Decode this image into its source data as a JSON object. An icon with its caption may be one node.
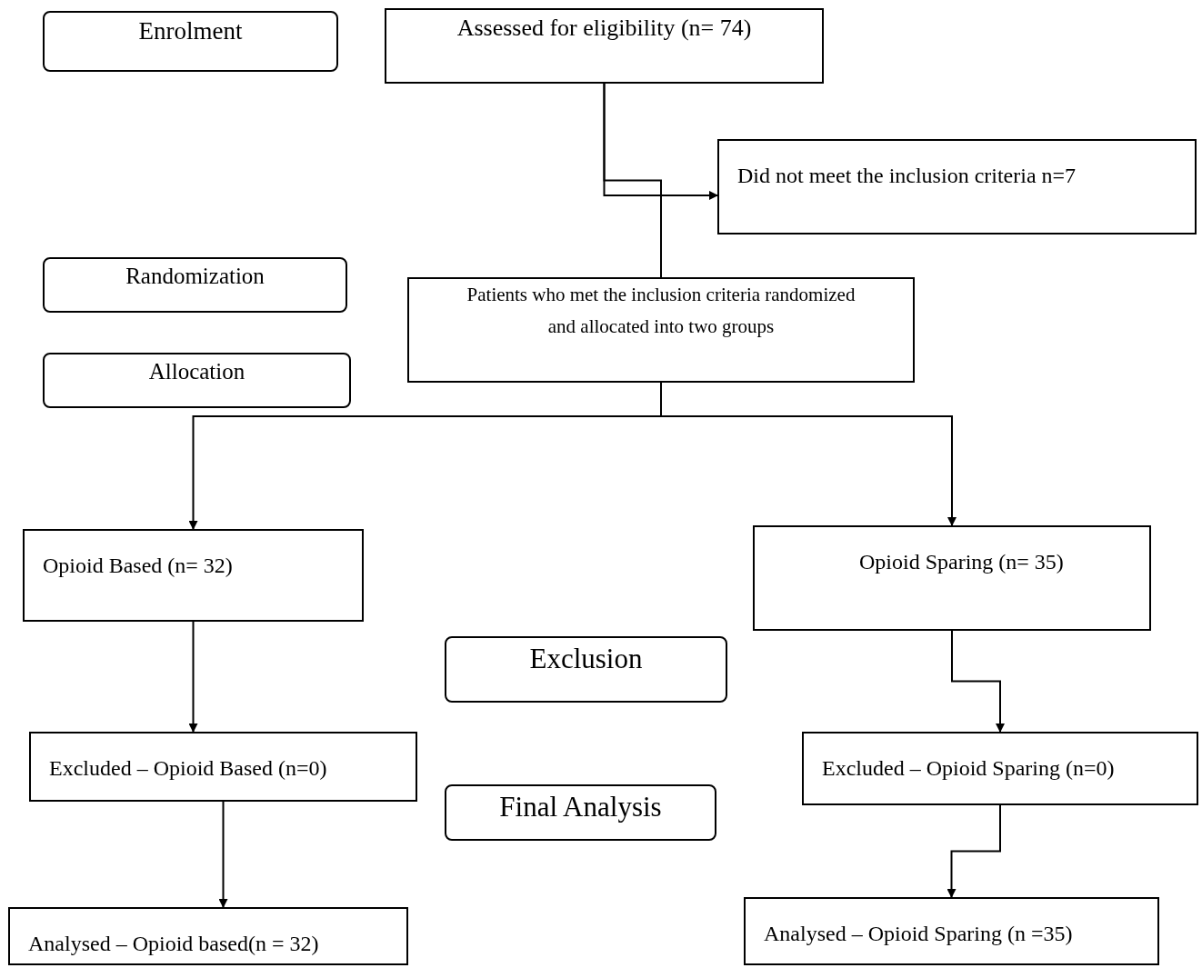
{
  "diagram": {
    "nodes": [
      {
        "text": [
          "Enrolment"
        ]
      },
      {
        "text": [
          "Assessed for eligibility (n= 74)"
        ]
      },
      {
        "text": [
          "Did not meet the inclusion criteria n=7"
        ]
      },
      {
        "text": [
          "Randomization"
        ]
      },
      {
        "text": [
          "Patients who met the inclusion criteria randomized and allocated into two groups"
        ]
      },
      {
        "text": [
          "Allocation"
        ]
      },
      {
        "text": [
          "Opioid Based (n= 32)"
        ]
      },
      {
        "text": [
          "Opioid Sparing (n= 35)"
        ]
      },
      {
        "text": [
          "Exclusion"
        ]
      },
      {
        "text": [
          "Excluded – Opioid Based (n=0)"
        ]
      },
      {
        "text": [
          "Excluded – Opioid Sparing (n=0)"
        ]
      },
      {
        "text": [
          "Final Analysis"
        ]
      },
      {
        "text": [
          "Analysed – Opioid based(n = 32)"
        ]
      },
      {
        "text": [
          "Analysed – Opioid Sparing (n =35)"
        ]
      }
    ],
    "edges": [
      {
        "from": 1,
        "to": 2,
        "arrow": "to"
      },
      {
        "from": 1,
        "to": 4,
        "arrow": "none"
      },
      {
        "from": 4,
        "to": 6,
        "arrow": "to"
      },
      {
        "from": 4,
        "to": 7,
        "arrow": "to"
      },
      {
        "from": 6,
        "to": 9,
        "arrow": "to"
      },
      {
        "from": 7,
        "to": 10,
        "arrow": "to"
      },
      {
        "from": 9,
        "to": 12,
        "arrow": "to"
      },
      {
        "from": 10,
        "to": 13,
        "arrow": "to"
      }
    ]
  }
}
